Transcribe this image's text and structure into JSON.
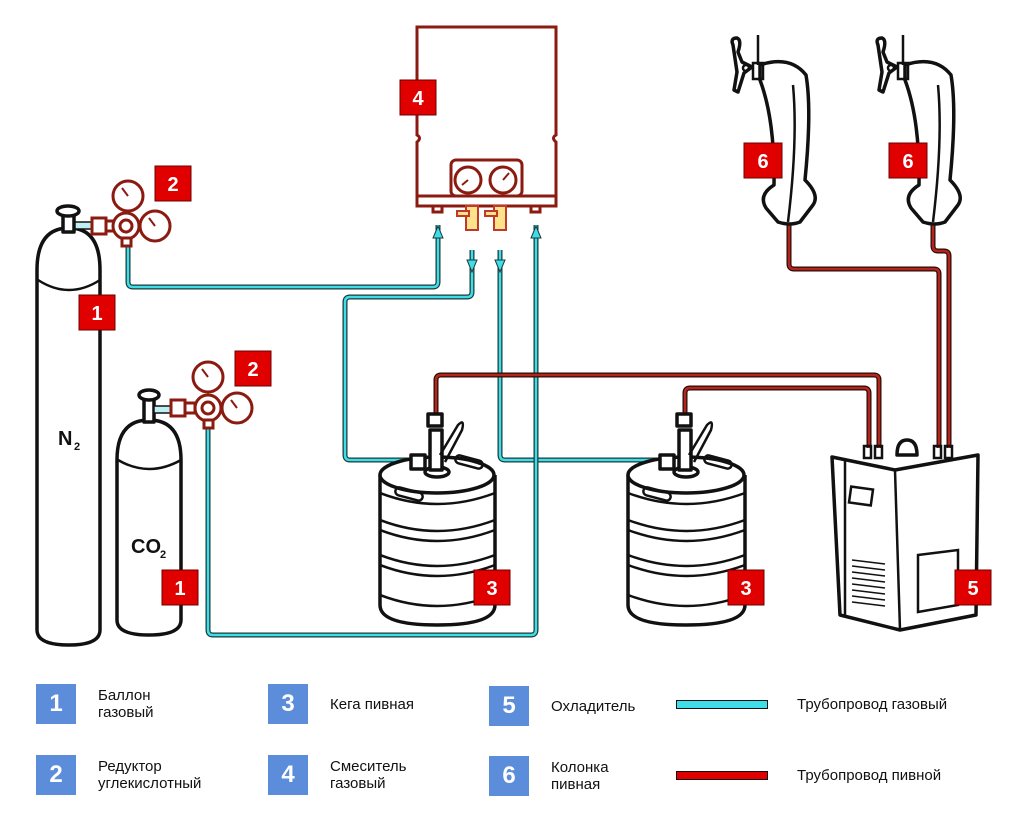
{
  "diagram": {
    "title": "Схема подключения пивного оборудования",
    "colors": {
      "badge_diagram": "#e00000",
      "badge_legend": "#5b8ddb",
      "gas_pipe": "#3fdde8",
      "beer_pipe": "#b3261e",
      "regulator": "#8b1a10"
    },
    "cylinders": [
      {
        "label_main": "N",
        "label_sub": "2",
        "badge": "1"
      },
      {
        "label_main": "CO",
        "label_sub": "2",
        "badge": "1"
      }
    ],
    "regulators": [
      {
        "badge": "2"
      },
      {
        "badge": "2"
      }
    ],
    "mixer": {
      "badge": "4"
    },
    "kegs": [
      {
        "badge": "3"
      },
      {
        "badge": "3"
      }
    ],
    "cooler": {
      "badge": "5"
    },
    "taps": [
      {
        "badge": "6"
      },
      {
        "badge": "6"
      }
    ]
  },
  "legend": {
    "items": [
      {
        "number": "1",
        "label_line1": "Баллон",
        "label_line2": "газовый"
      },
      {
        "number": "2",
        "label_line1": "Редуктор",
        "label_line2": "углекислотный"
      },
      {
        "number": "3",
        "label_line1": "Кега пивная",
        "label_line2": ""
      },
      {
        "number": "4",
        "label_line1": "Смеситель",
        "label_line2": "газовый"
      },
      {
        "number": "5",
        "label_line1": "Охладитель",
        "label_line2": ""
      },
      {
        "number": "6",
        "label_line1": "Колонка",
        "label_line2": "пивная"
      }
    ],
    "lines": [
      {
        "label": "Трубопровод газовый",
        "color": "#3fdde8"
      },
      {
        "label": "Трубопровод пивной",
        "color": "#e00000"
      }
    ]
  }
}
